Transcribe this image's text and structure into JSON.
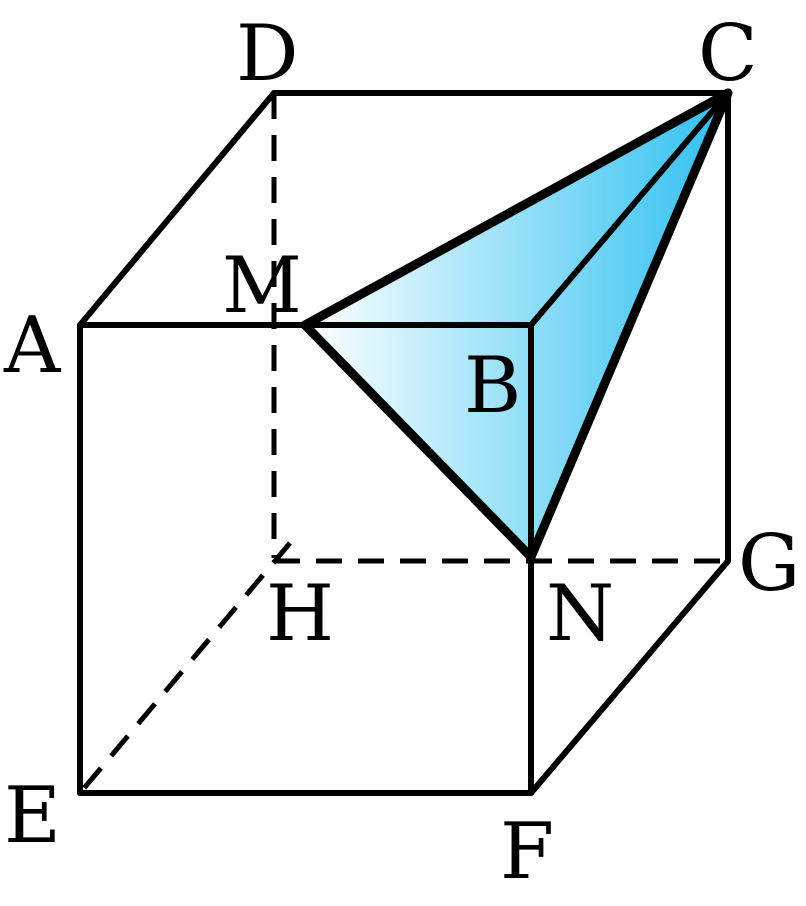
{
  "diagram": {
    "vertices": [
      {
        "id": "D",
        "label": "D"
      },
      {
        "id": "C",
        "label": "C"
      },
      {
        "id": "M",
        "label": "M"
      },
      {
        "id": "A",
        "label": "A"
      },
      {
        "id": "B",
        "label": "B"
      },
      {
        "id": "H",
        "label": "H"
      },
      {
        "id": "N",
        "label": "N"
      },
      {
        "id": "G",
        "label": "G"
      },
      {
        "id": "E",
        "label": "E"
      },
      {
        "id": "F",
        "label": "F"
      }
    ],
    "visible_edges": [
      "AD",
      "DC",
      "CG",
      "AB",
      "AE",
      "EF",
      "FN",
      "NB",
      "FG",
      "BC"
    ],
    "hidden_edges": [
      "DH",
      "HG",
      "HE"
    ],
    "highlighted_solid": "C-MBN",
    "colors": {
      "gradient_start": "#ffffff",
      "gradient_end": "#2fc0f0",
      "stroke": "#000000"
    }
  }
}
